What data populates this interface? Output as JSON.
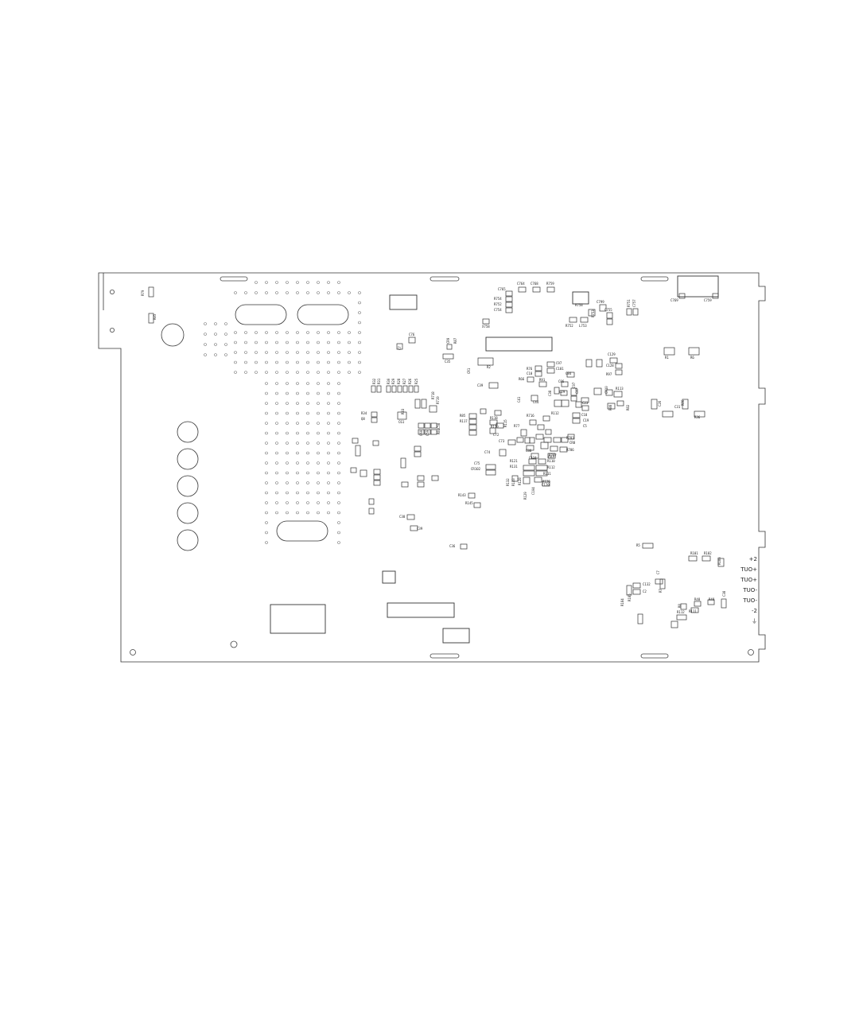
{
  "diagram": {
    "kind": "pcb-silkscreen-layout",
    "colors": {
      "background": "#ffffff",
      "outline": "#333333",
      "silkscreen": "#222222"
    },
    "terminal_labels": [
      "+2",
      "TUO+",
      "TUO+",
      "TUO-",
      "TUO-",
      "-2",
      "⏚"
    ],
    "component_labels": [
      "R79",
      "R85",
      "C765",
      "C764",
      "C768",
      "R759",
      "R754",
      "R752",
      "C754",
      "X758",
      "R758",
      "C799",
      "R753",
      "R752",
      "L753",
      "C755",
      "R751",
      "C757",
      "C769",
      "C759",
      "C76",
      "C7",
      "CR9",
      "R87",
      "C35",
      "CR1",
      "R2",
      "C39",
      "R32",
      "R31",
      "R30",
      "R29",
      "R28",
      "R27",
      "R26",
      "R25",
      "R718",
      "R719",
      "R33",
      "R34",
      "Q8",
      "C61",
      "C60",
      "C59",
      "C58",
      "R84",
      "R85",
      "R117",
      "R118",
      "R119",
      "R115",
      "C72",
      "R716",
      "R77",
      "C73",
      "C74",
      "C75",
      "CR102",
      "R143",
      "R145",
      "C38",
      "C39",
      "C36",
      "R76",
      "C10",
      "C97",
      "C101",
      "R66",
      "R91",
      "C86",
      "C84",
      "C44",
      "C41",
      "C38",
      "C29",
      "C97",
      "C87",
      "C23",
      "R112",
      "C18",
      "C19",
      "C5",
      "R783",
      "CR8",
      "R786",
      "R787",
      "R110",
      "R112",
      "R111",
      "R120",
      "R121",
      "R131",
      "R132",
      "R133",
      "R128",
      "R129",
      "C104",
      "C124",
      "C120",
      "C80",
      "C81",
      "C129",
      "C128",
      "R97",
      "R113",
      "CR10",
      "R88",
      "R82",
      "C26",
      "C31",
      "R86",
      "R36",
      "R1",
      "R6",
      "R5",
      "R101",
      "R102",
      "R183",
      "R184",
      "R185",
      "C132",
      "C2",
      "C7",
      "R7",
      "R8",
      "R48",
      "R49",
      "C38",
      "R112",
      "R111"
    ]
  }
}
